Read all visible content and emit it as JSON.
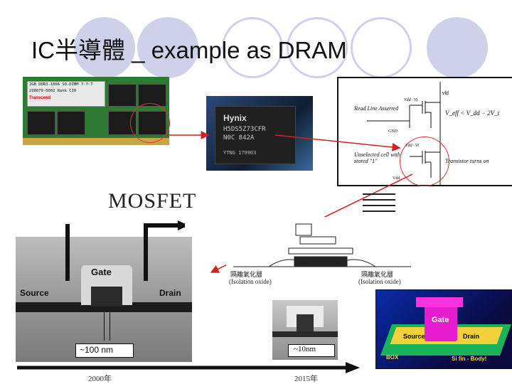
{
  "slide": {
    "title": "IC半導體 _ example as DRAM",
    "accent_circle_color": "#c9cbe8"
  },
  "ram_module": {
    "label_lines": [
      "2GB DDR3-1066 SO-DIMM 7-7-7",
      "228079-0002 Rank  CI0",
      "Transcend"
    ]
  },
  "dram_chip": {
    "brand": "Hynix",
    "lines": [
      "H5DS5Z73CFR",
      "N0C    842A",
      "YTNG 179903"
    ]
  },
  "circuit": {
    "labels": [
      "Read Line Asserted",
      "Vdd−Vt",
      "GND",
      "Unselected cell with stored \"1\"",
      "Vdd−Vt",
      "Vdd",
      "Transistor turns on"
    ],
    "formula": "V_eff < V_dd − 2V_t",
    "top_right": "vld"
  },
  "mosfet": {
    "title": "MOSFET",
    "gate_label": "Gate",
    "source_label": "Source",
    "drain_label": "Drain",
    "scale_label": "~100 nm"
  },
  "cross_section": {
    "left_label_cn": "隔離氧化層",
    "left_label_en": "(Isolation oxide)",
    "right_label_cn": "隔離氧化層",
    "right_label_en": "(Isolation oxide)"
  },
  "finfet_small": {
    "scale_label": "~10nm"
  },
  "finfet_3d": {
    "gate_label": "Gate",
    "source_label": "Source",
    "drain_label": "Drain",
    "box_label": "BOX",
    "fin_label": "Si fin - Body!"
  },
  "timeline": {
    "year_left": "2000年",
    "year_right": "2015年"
  }
}
